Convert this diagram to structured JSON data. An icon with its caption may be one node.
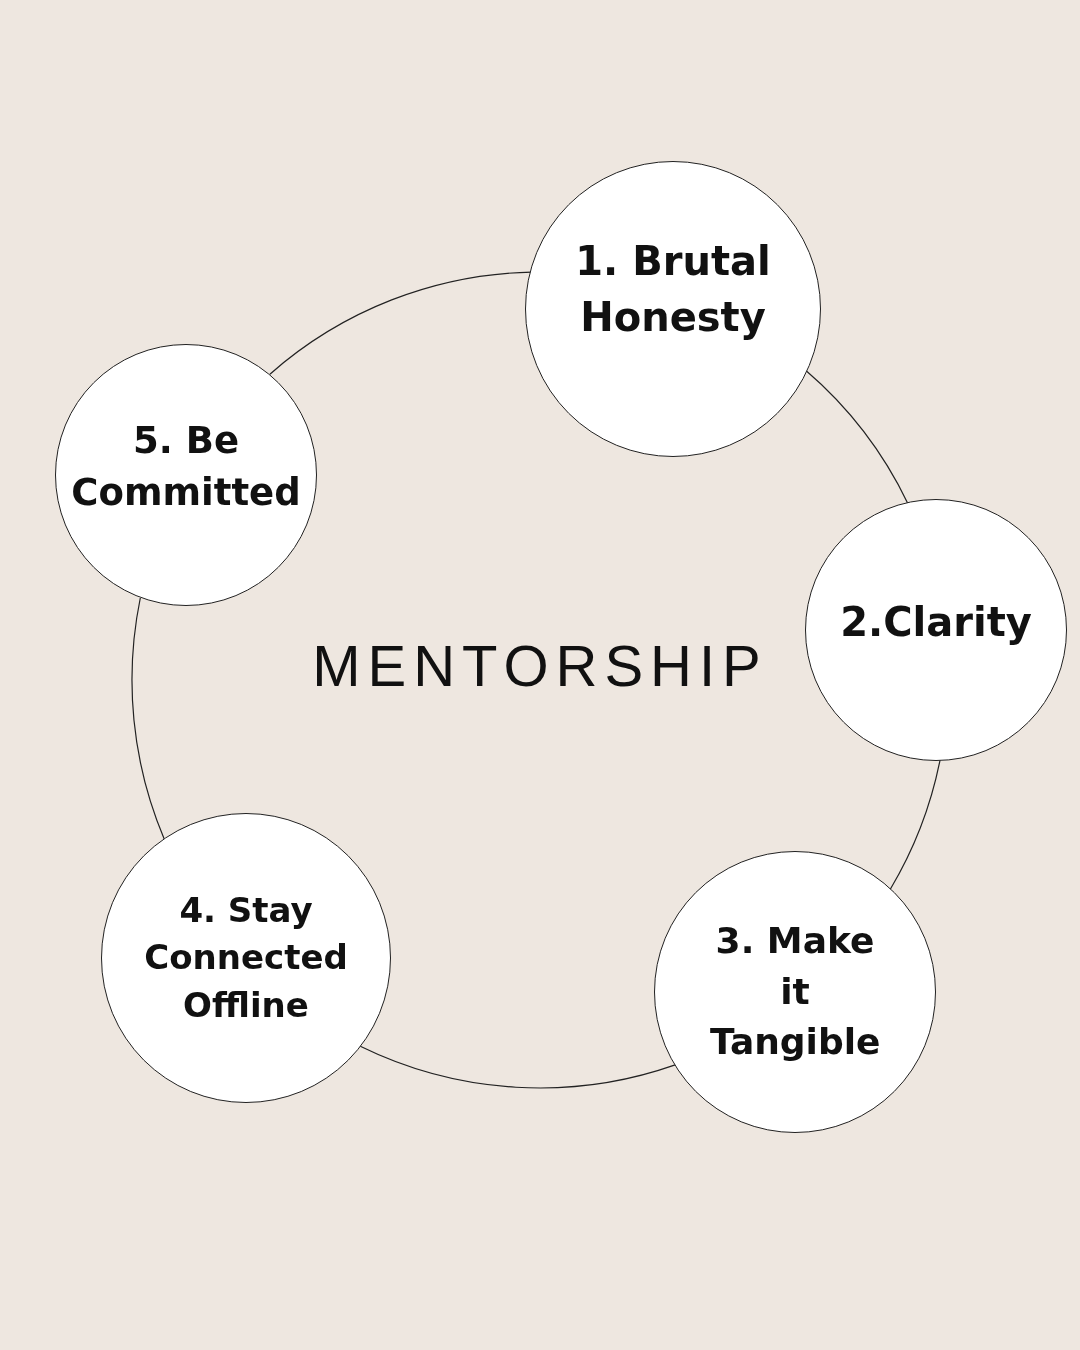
{
  "diagram": {
    "title": "MENTORSHIP",
    "nodes": [
      {
        "text": [
          "1. Brutal Honesty"
        ]
      },
      {
        "text": [
          "2.Clarity"
        ]
      },
      {
        "text": [
          "3. Make it Tangible"
        ]
      },
      {
        "text": [
          "4. Stay Connected Offline"
        ]
      },
      {
        "text": [
          "5. Be Committed"
        ]
      }
    ],
    "edges": [
      {
        "from": 0,
        "to": 1,
        "arrow": "none"
      },
      {
        "from": 1,
        "to": 2,
        "arrow": "none"
      },
      {
        "from": 2,
        "to": 3,
        "arrow": "none"
      },
      {
        "from": 3,
        "to": 4,
        "arrow": "none"
      },
      {
        "from": 4,
        "to": 0,
        "arrow": "none"
      }
    ]
  }
}
